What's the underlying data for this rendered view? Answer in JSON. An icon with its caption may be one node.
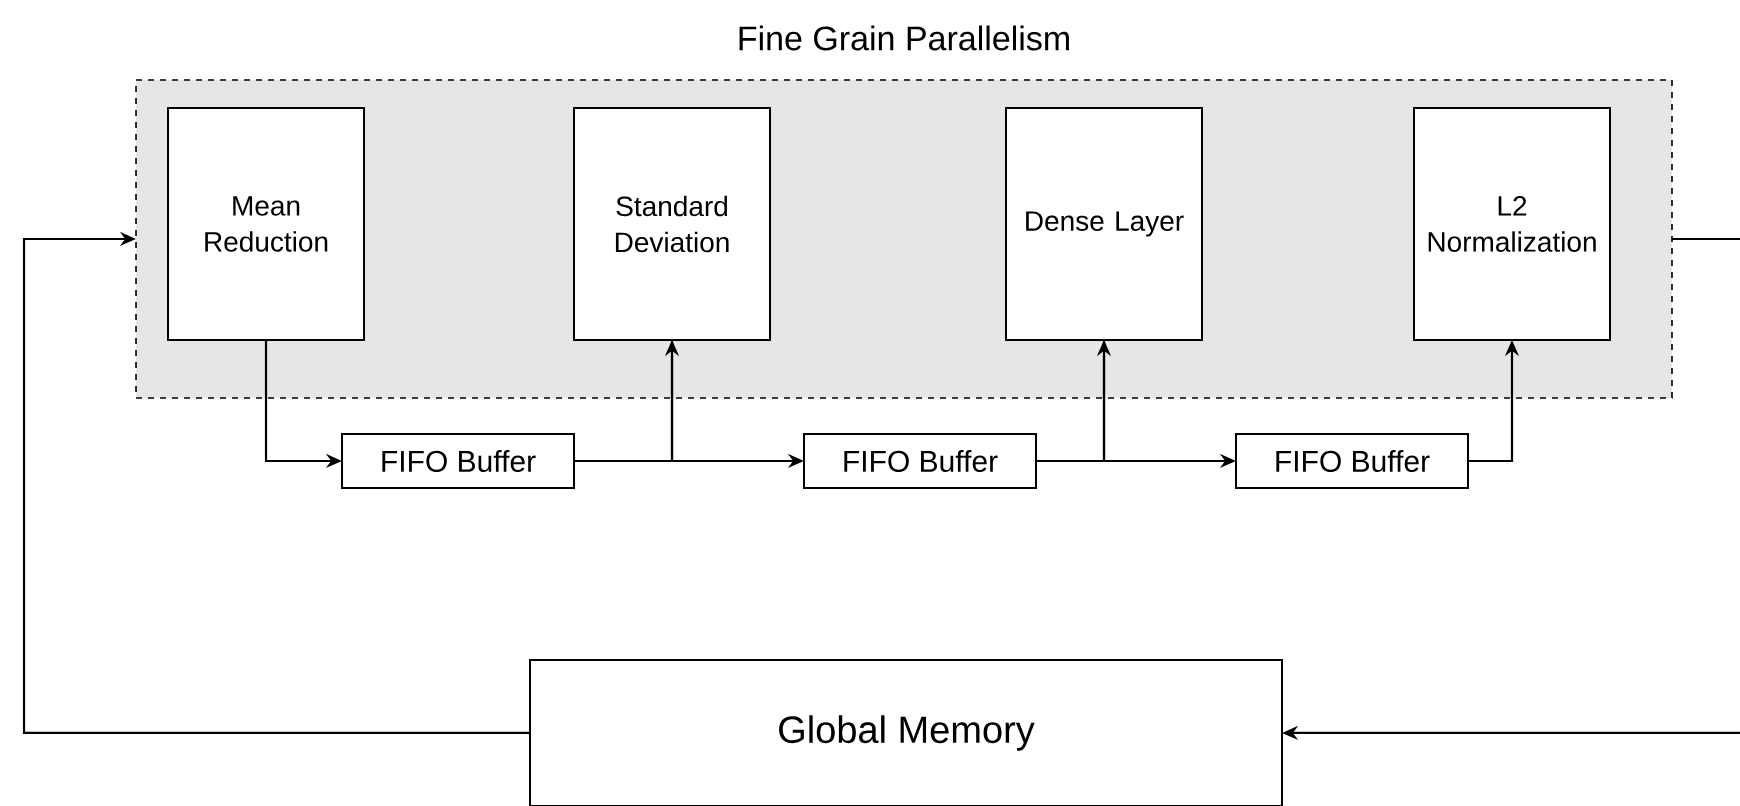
{
  "diagram": {
    "nodes": [
      {
        "text": [
          "Fine Grain Parallelism"
        ]
      },
      {
        "text": [
          "Mean Reduction"
        ],
        "in": 0
      },
      {
        "text": [
          "Standard Deviation"
        ],
        "in": 0
      },
      {
        "text": [
          "Dense Layer"
        ],
        "in": 0
      },
      {
        "text": [
          "L2 Normalization"
        ],
        "in": 0
      },
      {
        "text": [
          "FIFO Buffer"
        ]
      },
      {
        "text": [
          "FIFO Buffer"
        ]
      },
      {
        "text": [
          "FIFO Buffer"
        ]
      },
      {
        "text": [
          "Global Memory"
        ]
      }
    ],
    "edges": [
      {
        "from": 1,
        "to": 5,
        "arrow": "to"
      },
      {
        "from": 5,
        "to": 2,
        "arrow": "to"
      },
      {
        "from": 2,
        "to": 6,
        "arrow": "to"
      },
      {
        "from": 6,
        "to": 3,
        "arrow": "to"
      },
      {
        "from": 3,
        "to": 7,
        "arrow": "to"
      },
      {
        "from": 7,
        "to": 4,
        "arrow": "to"
      },
      {
        "from": 8,
        "to": 0,
        "arrow": "to"
      },
      {
        "from": 0,
        "to": null,
        "arrow": "none"
      },
      {
        "from": null,
        "to": 8,
        "arrow": "to"
      }
    ]
  }
}
